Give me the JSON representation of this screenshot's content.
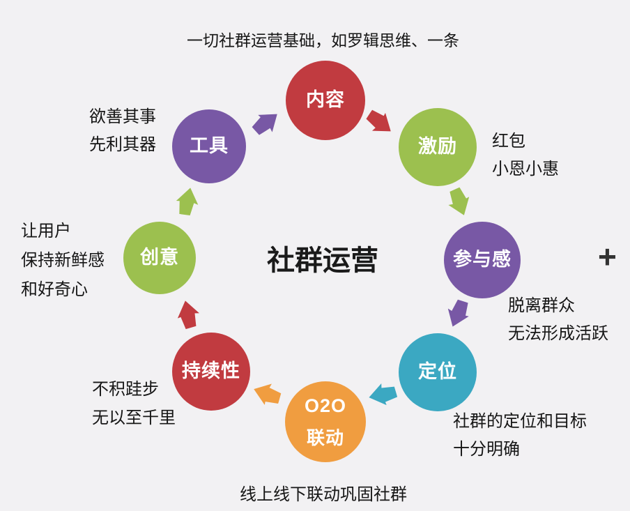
{
  "diagram": {
    "center_title": "社群运营",
    "plus_sign": "+",
    "background_color": "#f2f1f3",
    "colors": {
      "red": "#c13b40",
      "green": "#9cc04f",
      "purple": "#7858a5",
      "teal": "#3ba8c2",
      "orange": "#f09d40",
      "text": "#161616"
    },
    "nodes": {
      "content": {
        "label": "内容",
        "color": "#c13b40"
      },
      "incentive": {
        "label": "激励",
        "color": "#9cc04f"
      },
      "participation": {
        "label": "参与感",
        "color": "#7858a5"
      },
      "positioning": {
        "label": "定位",
        "color": "#3ba8c2"
      },
      "o2o": {
        "label_line1": "O2O",
        "label_line2": "联动",
        "color": "#f09d40"
      },
      "persistence": {
        "label": "持续性",
        "color": "#c13b40"
      },
      "creativity": {
        "label": "创意",
        "color": "#9cc04f"
      },
      "tools": {
        "label": "工具",
        "color": "#7858a5"
      }
    },
    "notes": {
      "content": {
        "line1": "一切社群运营基础，如罗辑思维、一条"
      },
      "incentive": {
        "line1": "红包",
        "line2": "小恩小惠"
      },
      "participation": {
        "line1": "脱离群众",
        "line2": "无法形成活跃"
      },
      "positioning": {
        "line1": "社群的定位和目标",
        "line2": "十分明确"
      },
      "o2o": {
        "line1": "线上线下联动巩固社群"
      },
      "persistence": {
        "line1": "不积跬步",
        "line2": "无以至千里"
      },
      "creativity": {
        "line1": "让用户",
        "line2": "保持新鲜感",
        "line3": "和好奇心"
      },
      "tools": {
        "line1": "欲善其事",
        "line2": "先利其器"
      }
    },
    "flow_order": [
      "内容",
      "激励",
      "参与感",
      "定位",
      "O2O联动",
      "持续性",
      "创意",
      "工具"
    ]
  }
}
